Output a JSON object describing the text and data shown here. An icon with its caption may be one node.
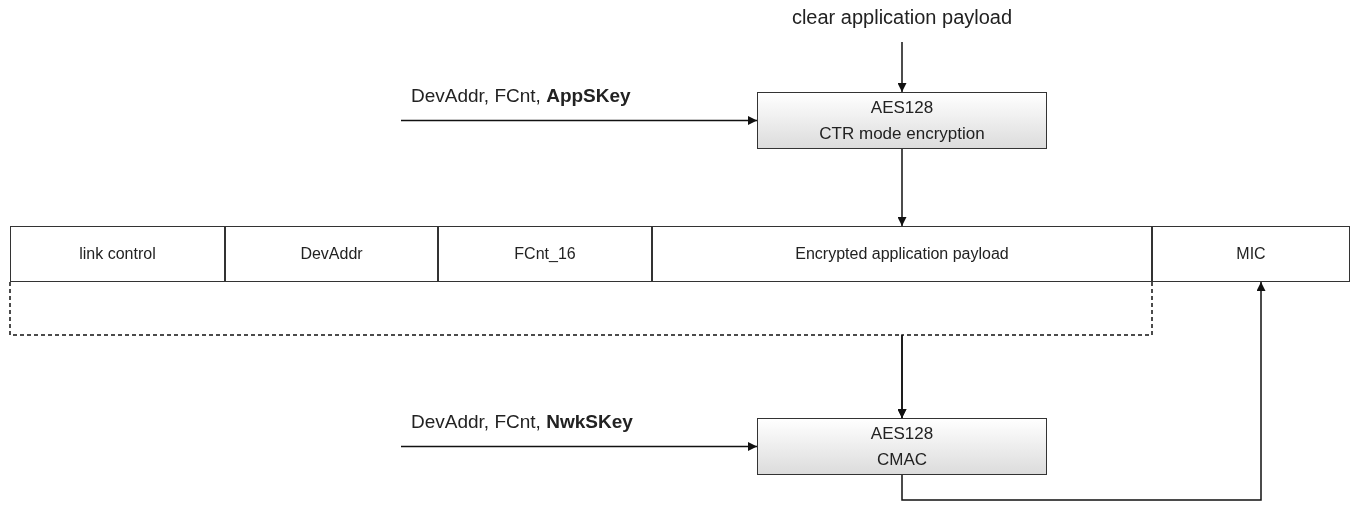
{
  "diagram": {
    "nodes": [
      {
        "text": [
          "clear application payload"
        ]
      },
      {
        "text": [
          "AES128",
          "CTR mode encryption"
        ]
      },
      {
        "text": [
          "link control"
        ]
      },
      {
        "text": [
          "DevAddr"
        ]
      },
      {
        "text": [
          "FCnt_16"
        ]
      },
      {
        "text": [
          "Encrypted application payload"
        ]
      },
      {
        "text": [
          "MIC"
        ]
      },
      {
        "text": [
          "AES128",
          "CMAC"
        ]
      }
    ],
    "edges": [
      {
        "from": 0,
        "to": 1,
        "arrow": "to"
      },
      {
        "from": null,
        "to": 1,
        "arrow": "to",
        "label": "DevAddr, FCnt, **AppSKey**"
      },
      {
        "from": 1,
        "to": 5,
        "arrow": "to"
      },
      {
        "from": 2,
        "to": 7,
        "arrow": "to",
        "style": "dashed"
      },
      {
        "from": 5,
        "to": 7,
        "arrow": "to",
        "style": "dashed"
      },
      {
        "from": null,
        "to": 7,
        "arrow": "to",
        "label": "DevAddr, FCnt, **NwkSKey**"
      },
      {
        "from": 7,
        "to": 6,
        "arrow": "to"
      }
    ]
  }
}
